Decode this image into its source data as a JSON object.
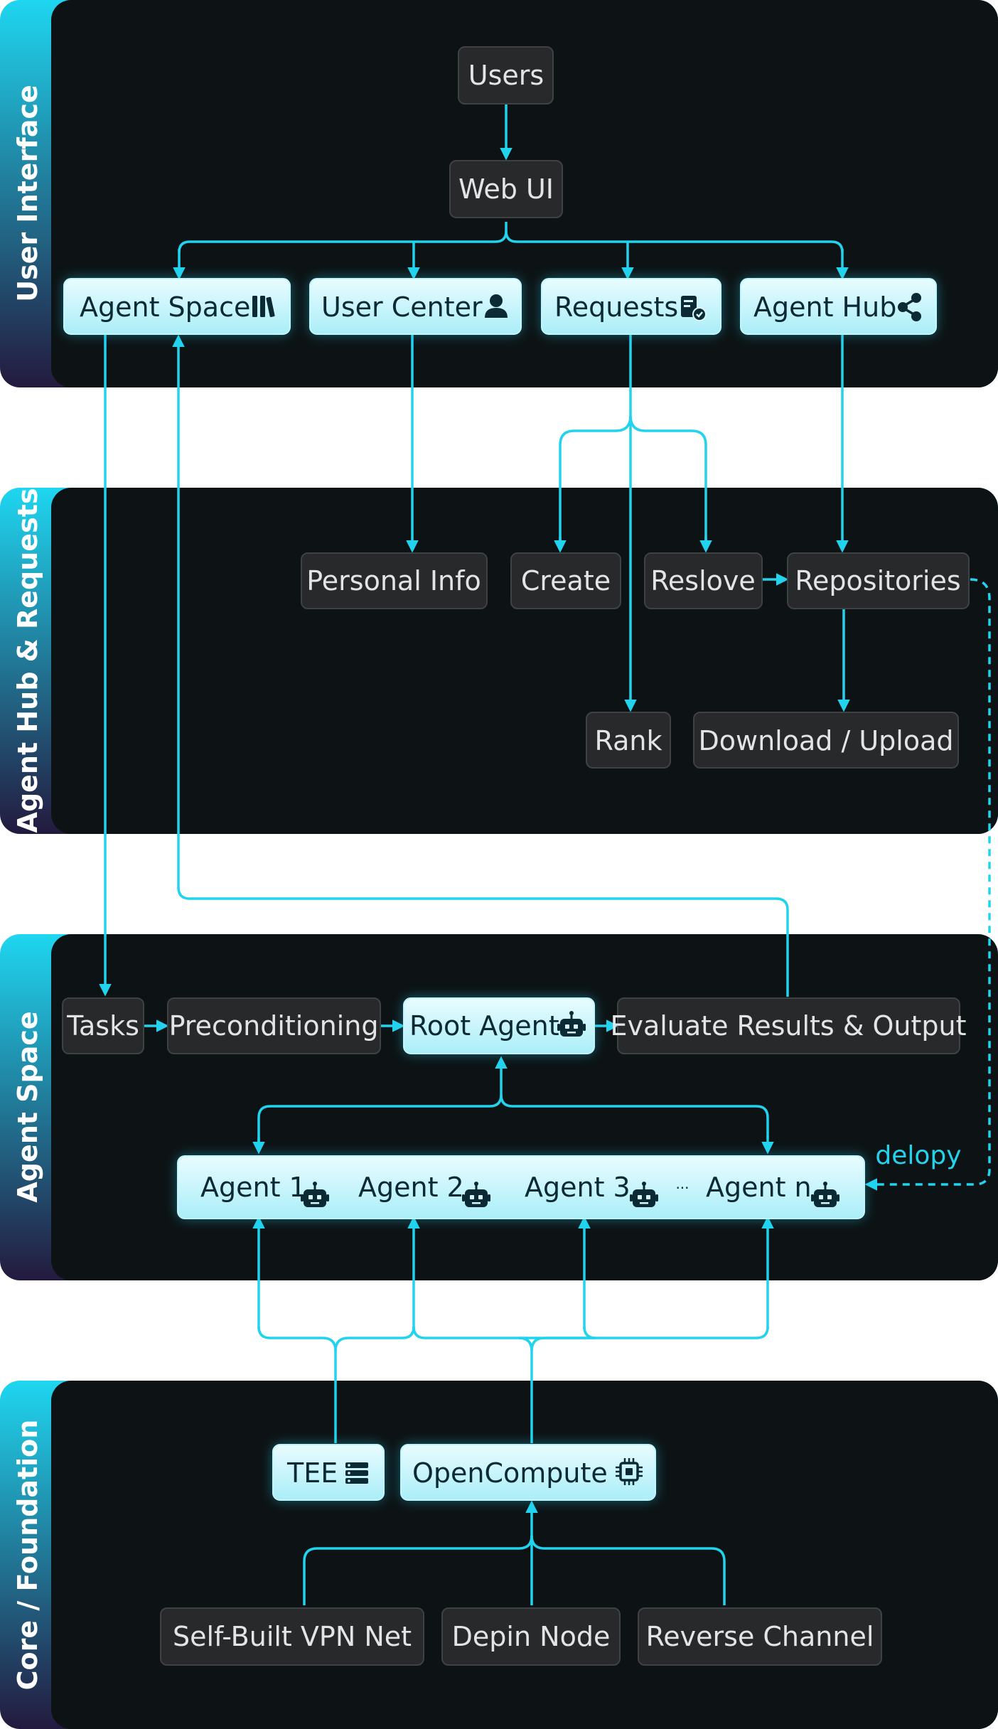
{
  "sections": {
    "user_interface": "User Interface",
    "agent_hub_requests": "Agent Hub & Requests",
    "agent_space": "Agent Space",
    "core_foundation": "Core / Foundation"
  },
  "nodes": {
    "users": "Users",
    "web_ui": "Web UI",
    "agent_space": "Agent Space",
    "user_center": "User Center",
    "requests": "Requests",
    "agent_hub": "Agent Hub",
    "personal_info": "Personal Info",
    "create": "Create",
    "reslove": "Reslove",
    "repositories": "Repositories",
    "rank": "Rank",
    "download_upload": "Download / Upload",
    "tasks": "Tasks",
    "preconditioning": "Preconditioning",
    "root_agent": "Root Agent",
    "evaluate": "Evaluate Results & Output",
    "agent_1": "Agent 1",
    "agent_2": "Agent 2",
    "agent_3": "Agent 3",
    "ellipsis": "···",
    "agent_n": "Agent n",
    "tee": "TEE",
    "opencompute": "OpenCompute",
    "vpn": "Self-Built VPN Net",
    "depin": "Depin Node",
    "reverse": "Reverse Channel"
  },
  "labels": {
    "deploy": "delopy"
  },
  "icons": {
    "agent_space": "books-icon",
    "user_center": "user-icon",
    "requests": "document-check-icon",
    "agent_hub": "share-icon",
    "agent": "robot-icon",
    "tee": "server-icon",
    "opencompute": "cpu-chip-icon"
  },
  "colors": {
    "accent": "#22d3ee",
    "panel": "#0d1214",
    "node_dark": "#27292b",
    "node_light": "#b8f1f8",
    "band_top": "#1fd6f0",
    "band_bottom": "#231a3e"
  }
}
